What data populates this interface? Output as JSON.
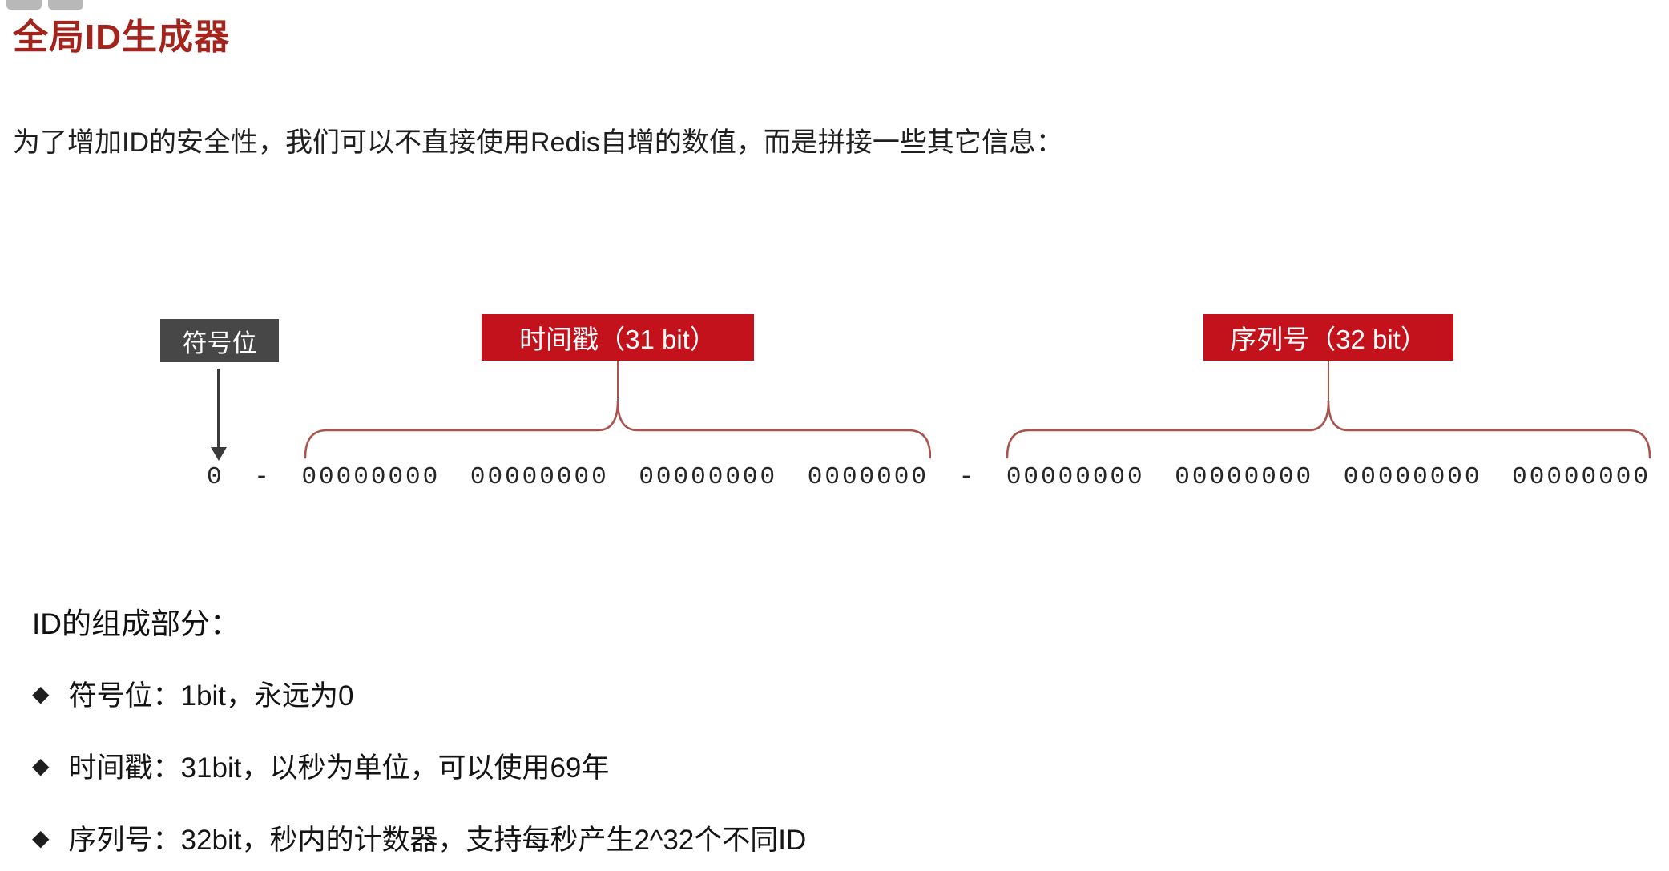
{
  "page": {
    "title": "全局ID生成器",
    "intro": "为了增加ID的安全性，我们可以不直接使用Redis自增的数值，而是拼接一些其它信息："
  },
  "colors": {
    "title_red": "#a3241c",
    "label_red": "#c3121c",
    "sign_gray": "#474747",
    "brace_red": "#a8554e",
    "arrow_dark": "#3a3a3a"
  },
  "diagram": {
    "sign_label": "符号位",
    "timestamp_label": "时间戳（31 bit）",
    "sequence_label": "序列号（32 bit）",
    "bits": {
      "sign": "0",
      "separator": "-",
      "timestamp_groups": [
        "00000000",
        "00000000",
        "00000000",
        "0000000"
      ],
      "sequence_groups": [
        "00000000",
        "00000000",
        "00000000",
        "00000000"
      ]
    }
  },
  "composition": {
    "heading": "ID的组成部分：",
    "bullet_marker": "◆",
    "items": [
      "符号位：1bit，永远为0",
      "时间戳：31bit，以秒为单位，可以使用69年",
      "序列号：32bit，秒内的计数器，支持每秒产生2^32个不同ID"
    ]
  }
}
